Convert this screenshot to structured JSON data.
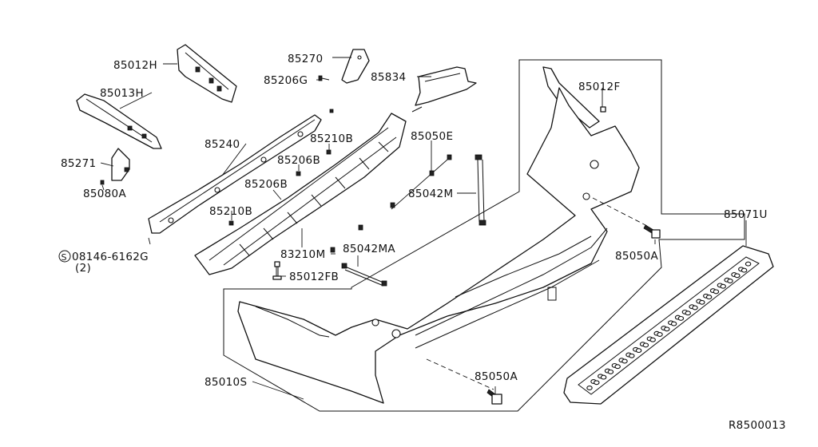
{
  "labels": {
    "p85012H": "85012H",
    "p85013H": "85013H",
    "p85270": "85270",
    "p85206G": "85206G",
    "p85834": "85834",
    "p85012F": "85012F",
    "p85240": "85240",
    "p85210B_top": "85210B",
    "p85206B_top": "85206B",
    "p85206B_mid": "85206B",
    "p85050E": "85050E",
    "p85271": "85271",
    "p85080A": "85080A",
    "p85042M": "85042M",
    "p85210B_low": "85210B",
    "p85071U": "85071U",
    "p08146": "08146-6162G",
    "p08146_qty": "(2)",
    "p08146_symbol": "S",
    "p83210M": "83210M",
    "p85042MA": "85042MA",
    "p85050A_right": "85050A",
    "p85012FB": "85012FB",
    "p85010S": "85010S",
    "p85050A_bottom": "85050A",
    "ref_code": "R8500013"
  }
}
